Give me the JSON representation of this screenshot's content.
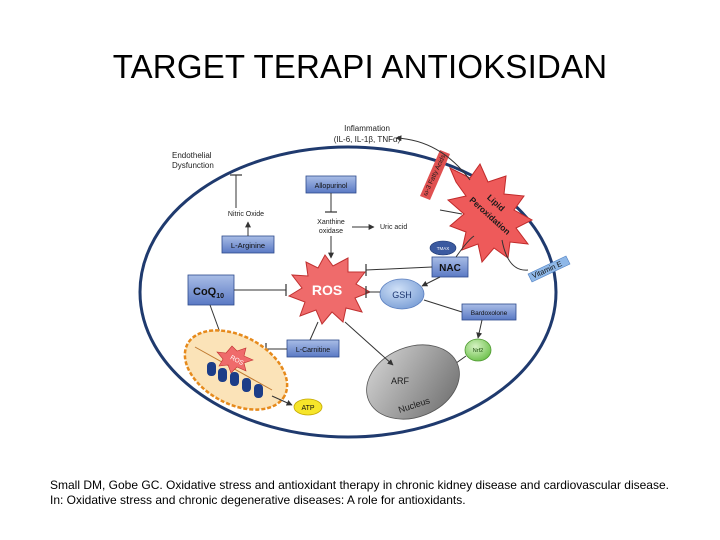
{
  "slide": {
    "title": "TARGET TERAPI ANTIOKSIDAN",
    "citation_line1": "Small DM, Gobe GC. Oxidative stress and antioxidant therapy in chronic kidney disease and cardiovascular disease.",
    "citation_line2": "In: Oxidative stress and chronic degenerative diseases: A role for antioxidants."
  },
  "diagram": {
    "inflammation": "Inflammation",
    "inflammation_sub": "(IL-6, IL-1β, TNFα)",
    "endothelial1": "Endothelial",
    "endothelial2": "Dysfunction",
    "nitric_oxide": "Nitric Oxide",
    "allopurinol": "Allopurinol",
    "xanthine1": "Xanthine",
    "xanthine2": "oxidase",
    "uric_acid": "Uric acid",
    "l_arginine": "L-Arginine",
    "ros": "ROS",
    "coq10_main": "CoQ",
    "coq10_sub": "10",
    "gsh": "GSH",
    "tmax": "TMAX",
    "nac": "NAC",
    "bardoxolone": "Bardoxolone",
    "nrf2": "Nrf2",
    "l_carnitine": "L-Carnitine",
    "ros_small": "ROS",
    "atp": "ATP",
    "arf": "ARF",
    "nucleus": "Nucleus",
    "lipid1": "Lipid",
    "lipid2": "Peroxidation",
    "fatty_acids": "ω-3 Fatty Acids",
    "vitamin_e": "Vitamin E"
  }
}
